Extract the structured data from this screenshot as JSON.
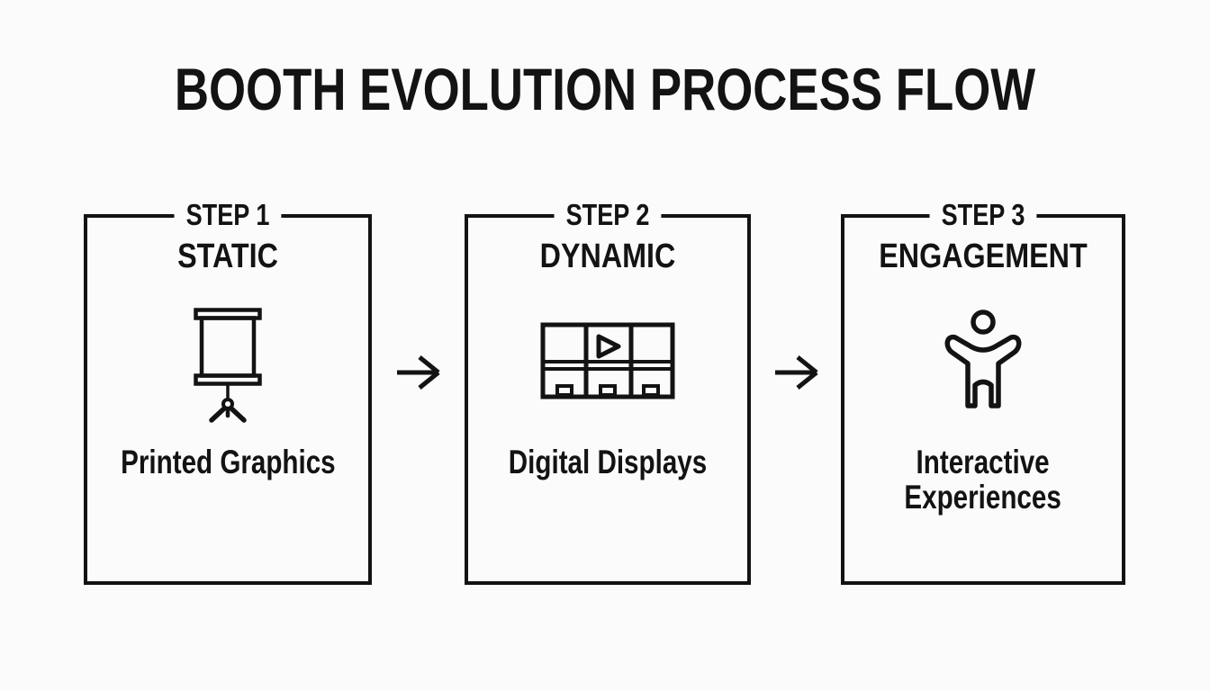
{
  "title": "BOOTH EVOLUTION PROCESS FLOW",
  "steps": [
    {
      "step_label": "STEP 1",
      "heading": "STATIC",
      "caption": "Printed Graphics",
      "icon": "projector-screen-icon"
    },
    {
      "step_label": "STEP 2",
      "heading": "DYNAMIC",
      "caption": "Digital Displays",
      "icon": "video-wall-icon"
    },
    {
      "step_label": "STEP 3",
      "heading": "ENGAGEMENT",
      "caption": "Interactive\nExperiences",
      "icon": "person-arms-open-icon"
    }
  ],
  "connectors": [
    "arrow-right",
    "arrow-right"
  ],
  "colors": {
    "background": "#fbfbfb",
    "ink": "#131313"
  }
}
